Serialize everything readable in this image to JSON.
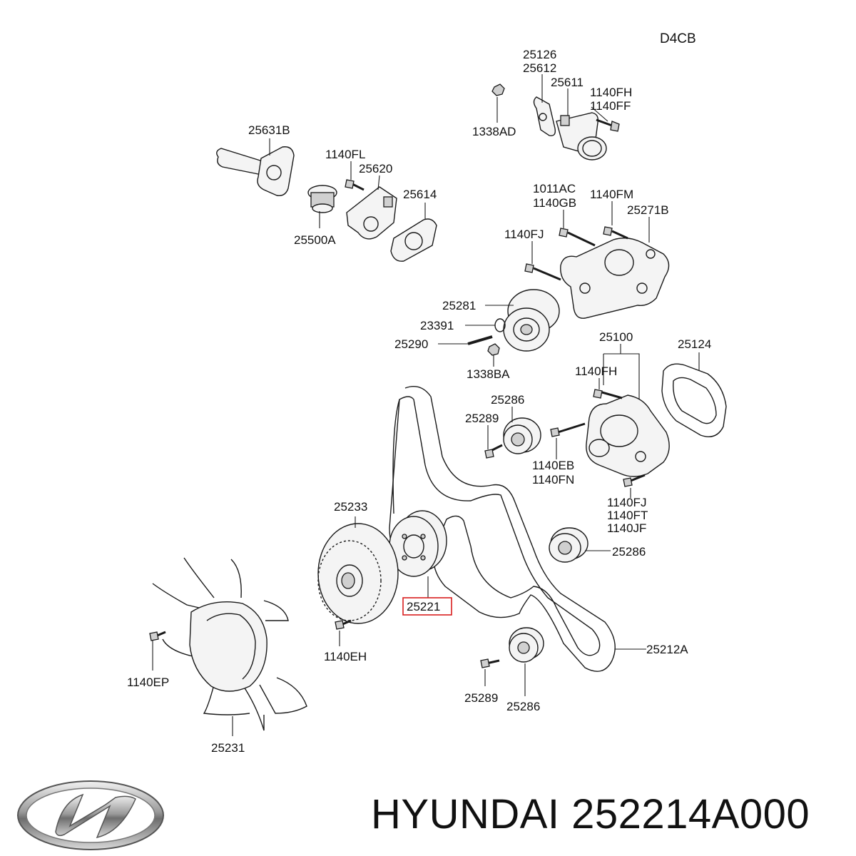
{
  "engine_code": "D4CB",
  "callouts": {
    "c25126": "25126",
    "c25612": "25612",
    "c25611": "25611",
    "c1140FH_top": "1140FH",
    "c1140FF": "1140FF",
    "c1338AD": "1338AD",
    "c25631B": "25631B",
    "c1140FL": "1140FL",
    "c25620": "25620",
    "c25614": "25614",
    "c25500A": "25500A",
    "c1011AC": "1011AC",
    "c1140GB": "1140GB",
    "c1140FM": "1140FM",
    "c25271B": "25271B",
    "c1140FJ_upper": "1140FJ",
    "c25281": "25281",
    "c23391": "23391",
    "c25290": "25290",
    "c1338BA": "1338BA",
    "c25100": "25100",
    "c25124": "25124",
    "c1140FH_mid": "1140FH",
    "c25286_upper": "25286",
    "c25289_upper": "25289",
    "c1140EB": "1140EB",
    "c1140FN": "1140FN",
    "c1140FJ_lower": "1140FJ",
    "c1140FT": "1140FT",
    "c1140JF": "1140JF",
    "c25233": "25233",
    "c25286_mid": "25286",
    "c25221": "25221",
    "c25212A": "25212A",
    "c1140EH": "1140EH",
    "c1140EP": "1140EP",
    "c25289_lower": "25289",
    "c25286_lower": "25286",
    "c25231": "25231"
  },
  "highlighted_part": "25221",
  "footer": {
    "brand": "HYUNDAI",
    "part_number": "252214A000",
    "title": "HYUNDAI 252214A000",
    "logo_icon": "hyundai-logo-icon"
  },
  "colors": {
    "highlight": "#d81e1e",
    "line": "#1a1a1a"
  }
}
